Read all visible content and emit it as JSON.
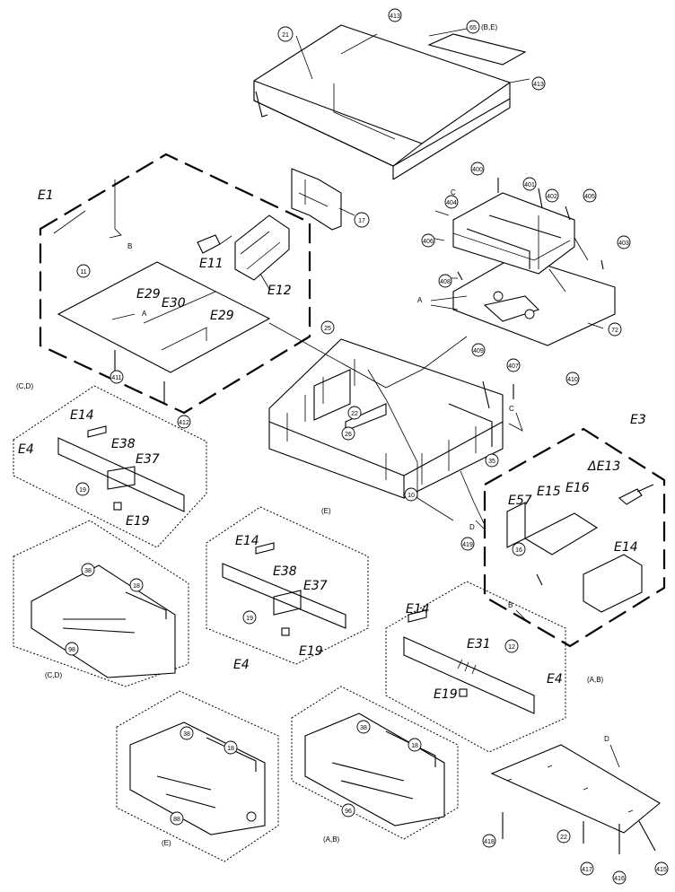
{
  "callouts": [
    {
      "id": "c21",
      "text": "21"
    },
    {
      "id": "c413a",
      "text": "413"
    },
    {
      "id": "c65",
      "text": "65"
    },
    {
      "id": "c413b",
      "text": "413"
    },
    {
      "id": "c17",
      "text": "17"
    },
    {
      "id": "c400",
      "text": "400"
    },
    {
      "id": "c404",
      "text": "404"
    },
    {
      "id": "c401",
      "text": "401"
    },
    {
      "id": "c402",
      "text": "402"
    },
    {
      "id": "c405",
      "text": "405"
    },
    {
      "id": "c403",
      "text": "403"
    },
    {
      "id": "c406",
      "text": "406"
    },
    {
      "id": "c72",
      "text": "72"
    },
    {
      "id": "c408",
      "text": "408"
    },
    {
      "id": "c25",
      "text": "25"
    },
    {
      "id": "c409",
      "text": "409"
    },
    {
      "id": "c407",
      "text": "407"
    },
    {
      "id": "c22a",
      "text": "22"
    },
    {
      "id": "c26",
      "text": "26"
    },
    {
      "id": "c35",
      "text": "35"
    },
    {
      "id": "c10",
      "text": "10"
    },
    {
      "id": "c410",
      "text": "410"
    },
    {
      "id": "c411",
      "text": "411"
    },
    {
      "id": "c412",
      "text": "412"
    },
    {
      "id": "c16",
      "text": "16"
    },
    {
      "id": "c38a",
      "text": "38"
    },
    {
      "id": "c18a",
      "text": "18"
    },
    {
      "id": "c98",
      "text": "98"
    },
    {
      "id": "c38b",
      "text": "38"
    },
    {
      "id": "c18b",
      "text": "18"
    },
    {
      "id": "c88",
      "text": "88"
    },
    {
      "id": "c38c",
      "text": "38"
    },
    {
      "id": "c18c",
      "text": "18"
    },
    {
      "id": "c96",
      "text": "96"
    },
    {
      "id": "c22b",
      "text": "22"
    },
    {
      "id": "c418",
      "text": "418"
    },
    {
      "id": "c417",
      "text": "417"
    },
    {
      "id": "c416",
      "text": "416"
    },
    {
      "id": "c415",
      "text": "415"
    },
    {
      "id": "c419",
      "text": "419"
    },
    {
      "id": "c19a",
      "text": "19"
    },
    {
      "id": "c19b",
      "text": "19"
    },
    {
      "id": "c12",
      "text": "12"
    },
    {
      "id": "c11",
      "text": "11"
    }
  ],
  "labels": {
    "E1": "E1",
    "E11": "E11",
    "E12": "E12",
    "E29a": "E29",
    "E30": "E30",
    "E29b": "E29",
    "E3": "E3",
    "E13": "ΔE13",
    "E57": "E57",
    "E15": "E15",
    "E16": "E16",
    "E14c": "E14",
    "E4a": "E4",
    "E14a": "E14",
    "E38a": "E38",
    "E37a": "E37",
    "E19a": "E19",
    "E4b": "E4",
    "E14b": "E14",
    "E38b": "E38",
    "E37b": "E37",
    "E19b": "E19",
    "E4c": "E4",
    "E14d": "E14",
    "E31": "E31",
    "E19c": "E19"
  },
  "letters": {
    "A1": "A",
    "A2": "A",
    "B1": "B",
    "B2": "B",
    "C1": "C",
    "C2": "C",
    "D1": "D",
    "D2": "D"
  },
  "tags": {
    "be": "(B,E)",
    "cd1": "(C,D)",
    "cd2": "(C,D)",
    "e1": "(E)",
    "e2": "(E)",
    "ab1": "(A,B)",
    "ab2": "(A,B)"
  }
}
